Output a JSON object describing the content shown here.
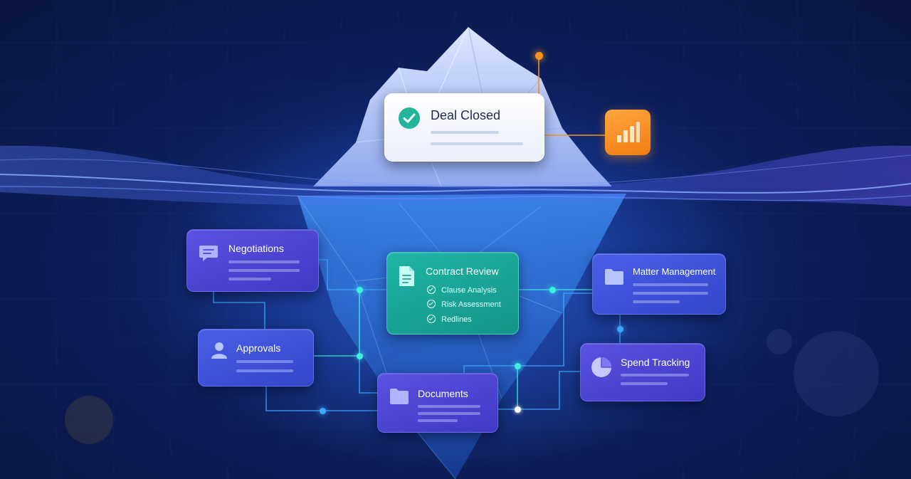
{
  "deal": {
    "title": "Deal Closed"
  },
  "nodes": {
    "negotiations": {
      "title": "Negotiations"
    },
    "approvals": {
      "title": "Approvals"
    },
    "contract_review": {
      "title": "Contract Review",
      "items": [
        "Clause Analysis",
        "Risk Assessment",
        "Redlines"
      ]
    },
    "documents": {
      "title": "Documents"
    },
    "matter_management": {
      "title": "Matter Management"
    },
    "spend_tracking": {
      "title": "Spend Tracking"
    }
  },
  "colors": {
    "background": "#0b1640",
    "accent_orange": "#f7931e",
    "teal_card": "#1fb5a6",
    "purple_card": "#4f47d6",
    "blue_card": "#3f52dc",
    "connector_cyan": "#3ff0e0",
    "connector_blue": "#3fa8ff",
    "check_green": "#22b59a"
  },
  "icons": {
    "deal": "check-circle-icon",
    "analytics": "bar-chart-icon",
    "negotiations": "chat-bubble-icon",
    "approvals": "user-icon",
    "contract_review": "document-icon",
    "documents": "folder-icon",
    "matter_management": "folder-icon",
    "spend_tracking": "pie-chart-icon"
  }
}
